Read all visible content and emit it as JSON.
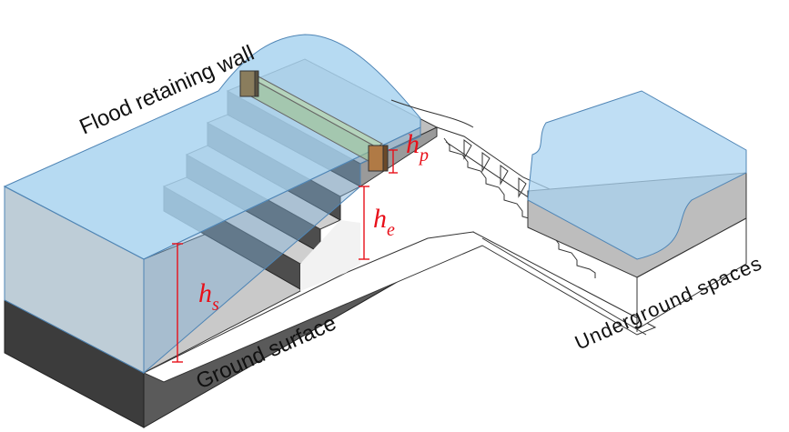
{
  "labels": {
    "flood_wall": "Flood retaining wall",
    "ground": "Ground surface",
    "underground": "Underground spaces"
  },
  "symbols": {
    "hp": {
      "base": "h",
      "sub": "p"
    },
    "he": {
      "base": "h",
      "sub": "e"
    },
    "hs": {
      "base": "h",
      "sub": "s"
    }
  },
  "colors": {
    "water": "#a9d3f0",
    "water_edge": "#4f85b5",
    "ground_top": "#c9c9c9",
    "ground_side": "#3c3c3c",
    "stair_top": "#cfcfcf",
    "stair_riser": "#4d4d4d",
    "gate": "#b07a45",
    "gate_far": "#8a7d5d",
    "dimension": "#e8101a",
    "line": "#333333"
  }
}
